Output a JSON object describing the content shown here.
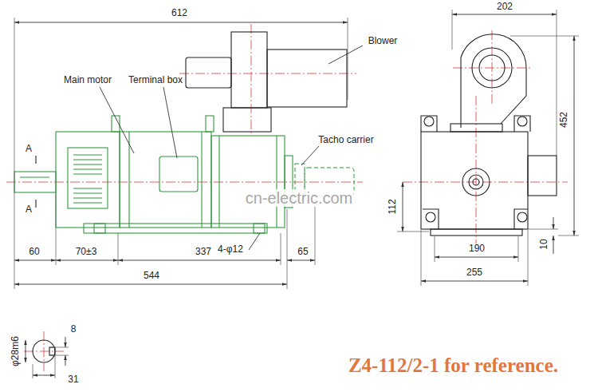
{
  "diagram": {
    "caption": "Z4-112/2-1 for reference.",
    "labels": [
      "612",
      "202",
      "Blower",
      "Main motor",
      "Terminal box",
      "452",
      "Tacho carrier",
      "A",
      "A",
      "cn-electric.com",
      "112",
      "4-φ12",
      "60",
      "70±3",
      "337",
      "65",
      "10",
      "190",
      "544",
      "255",
      "8",
      "φ28m6",
      "31"
    ]
  }
}
